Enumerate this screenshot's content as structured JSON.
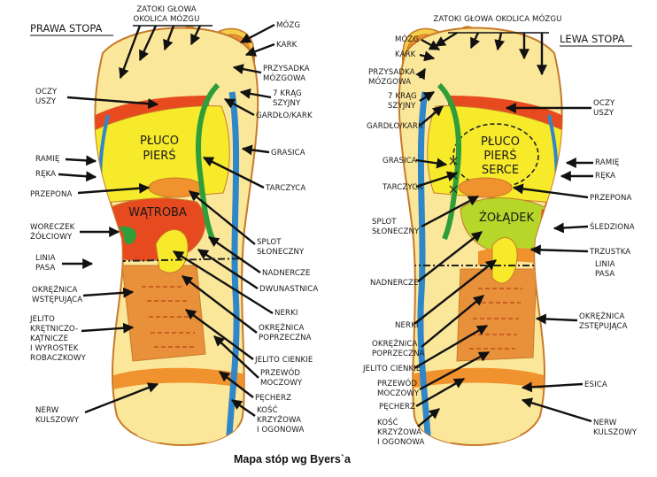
{
  "caption": "Mapa stóp wg Byers`a",
  "right_foot": {
    "title": "PRAWA STOPA",
    "top_label": [
      "ZATOKI GŁOWA",
      "OKOLICA MÓZGU"
    ],
    "zones": {
      "pluco": [
        "PŁUCO",
        "PIERŚ"
      ],
      "watroba": "WĄTROBA"
    },
    "labels": {
      "mozg": "MÓZG",
      "kark": "KARK",
      "przysadka": [
        "PRZYSADKA",
        "MÓZGOWA"
      ],
      "krag": [
        "7 KRĄG",
        "SZYJNY"
      ],
      "gardlo": "GARDŁO/KARK",
      "grasica": "GRASICA",
      "tarczyca": "TARCZYCA",
      "splot": [
        "SPLOT",
        "SŁONECZNY"
      ],
      "nadnercze": "NADNERCZE",
      "dwunastnica": "DWUNASTNICA",
      "nerki": "NERKI",
      "okreznica_pop": [
        "OKRĘŻNICA",
        "POPRZECZNA"
      ],
      "jelito_cienkie": "JELITO CIENKIE",
      "przewod": [
        "PRZEWÓD",
        "MOCZOWY"
      ],
      "pecherz": "PĘCHERZ",
      "kosc": [
        "KOŚĆ",
        "KRZYŻOWA",
        "I OGONOWA"
      ],
      "oczy": [
        "OCZY",
        "USZY"
      ],
      "ramie": "RAMIĘ",
      "reka": "RĘKA",
      "przepona": "PRZEPONA",
      "woreczek": [
        "WORECZEK",
        "ŻÓŁCIOWY"
      ],
      "linia": [
        "LINIA",
        "PASA"
      ],
      "okreznica_wst": [
        "OKRĘŻNICA",
        "WSTĘPUJĄCA"
      ],
      "jelito": [
        "JELITO",
        "KRĘTNICZO-",
        "KĄTNICZE",
        "I WYROSTEK",
        "ROBACZKOWY"
      ],
      "nerw": [
        "NERW",
        "KULSZOWY"
      ]
    }
  },
  "left_foot": {
    "title": "LEWA STOPA",
    "top_label": "ZATOKI GŁOWA OKOLICA MÓZGU",
    "zones": {
      "pluco": [
        "PŁUCO",
        "PIERŚ",
        "SERCE"
      ],
      "zoladek": "ŻOŁĄDEK"
    },
    "labels": {
      "mozg": "MÓZG",
      "kark": "KARK",
      "przysadka": [
        "PRZYSADKA",
        "MÓZGOWA"
      ],
      "krag": [
        "7 KRĄG",
        "SZYJNY"
      ],
      "gardlo": "GARDŁO/KARK",
      "grasica": "GRASICA",
      "tarczyca": "TARCZYCA",
      "splot": [
        "SPLOT",
        "SŁONECZNY"
      ],
      "nadnercze": "NADNERCZE",
      "nerki": "NERKI",
      "okreznica_pop": [
        "OKRĘŻNICA",
        "POPRZECZNA"
      ],
      "jelito_cienkie": "JELITO CIENKIE",
      "przewod": [
        "PRZEWÓD",
        "MOCZOWY"
      ],
      "pecherz": "PĘCHERZ",
      "kosc": [
        "KOŚĆ",
        "KRZYŻOWA",
        "I OGONOWA"
      ],
      "oczy": [
        "OCZY",
        "USZY"
      ],
      "ramie": "RAMIĘ",
      "reka": "RĘKA",
      "przepona": "PRZEPONA",
      "sledziona": "ŚLEDZIONA",
      "trzustka": "TRZUSTKA",
      "linia": [
        "LINIA",
        "PASA"
      ],
      "okreznica_zst": [
        "OKRĘŻNICA",
        "ZSTĘPUJĄCA"
      ],
      "esica": "ESICA",
      "nerw": [
        "NERW",
        "KULSZOWY"
      ]
    }
  },
  "colors": {
    "outline": "#c77a2a",
    "sole": "#fbe79a",
    "toe": "#f6cf4a",
    "yellow": "#f7ea2a",
    "orange": "#f0922e",
    "red": "#e84a1f",
    "green": "#2f9e3a",
    "blue": "#2f86c8",
    "lime": "#b6d72a",
    "bowel": "#e8913a"
  }
}
